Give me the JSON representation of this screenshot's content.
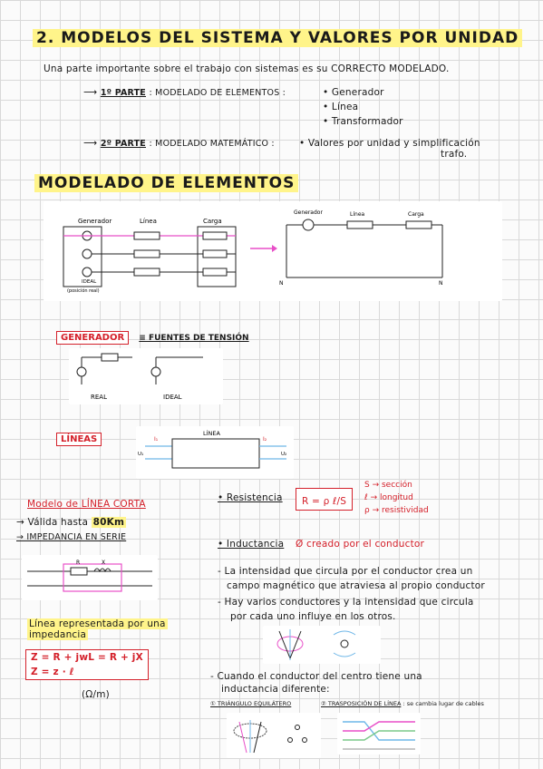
{
  "title": "2. MODELOS DEL SISTEMA Y VALORES POR UNIDAD",
  "intro": "Una parte importante sobre el trabajo con sistemas es su CORRECTO MODELADO.",
  "part1": {
    "label": "1º PARTE",
    "text": ": MODELADO DE ELEMENTOS :",
    "bullets": [
      "• Generador",
      "• Línea",
      "• Transformador"
    ]
  },
  "part2": {
    "label": "2º PARTE",
    "text": ": MODELADO MATEMÁTICO :",
    "bullet": "• Valores por unidad y simplificación",
    "bullet2": "trafo."
  },
  "section_heading": "MODELADO DE ELEMENTOS",
  "diagram1": {
    "generador": "Generador",
    "linea": "Línea",
    "carga": "Carga",
    "ideal": "IDEAL",
    "ideal_sub": "(posición real)",
    "n_left": "N",
    "n_right": "N"
  },
  "generador_section": {
    "label": "GENERADOR",
    "equiv": "≡ FUENTES DE TENSIÓN",
    "real": "REAL",
    "ideal": "IDEAL"
  },
  "lineas_section": {
    "label": "LÍNEAS",
    "linea": "LÍNEA",
    "i1": "I₁",
    "i2": "I₂",
    "u1": "U₁",
    "u2": "U₂"
  },
  "left_col": {
    "modelo": "Modelo de LÍNEA CORTA",
    "valida": "→ Válida hasta",
    "km": "80Km",
    "impedancia": "→ IMPEDANCIA EN SERIE",
    "r": "R",
    "x": "X",
    "linea_rep_1": "Línea representada por una",
    "linea_rep_2": "impedancia",
    "eq1": "Z = R + jwL = R + jX",
    "eq2": "Z = z · ℓ",
    "unit": "(Ω/m)"
  },
  "right_col": {
    "resistencia": "• Resistencia",
    "formula": "R = ρ ℓ/S",
    "s": "S → sección",
    "l": "ℓ → longitud",
    "p": "ρ → resistividad",
    "inductancia": "• Inductancia",
    "phi": "Ø creado por el conductor",
    "t1": "- La intensidad que circula por el conductor crea un",
    "t2": "campo magnético que atraviesa al propio conductor",
    "t3": "- Hay varios conductores y la intensidad que circula",
    "t4": "por cada uno influye en los otros.",
    "t5": "- Cuando el conductor del centro tiene una",
    "t6": "inductancia diferente:",
    "opt1": "① TRIÁNGULO EQUILÁTERO",
    "opt2": "② TRASPOSICIÓN DE LÍNEA",
    "opt2b": ": se cambia lugar de cables"
  }
}
